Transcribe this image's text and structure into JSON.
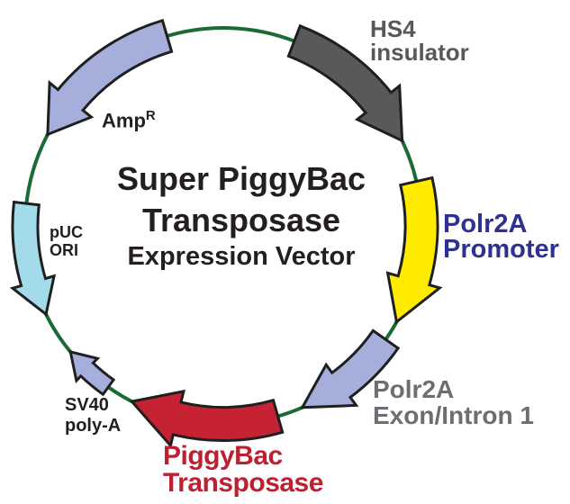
{
  "diagram": {
    "background": "#FFFFFF",
    "backbone_color": "#1A6B36",
    "outline_color": "#1F1F1F",
    "center_title": {
      "line1": "Super PiggyBac",
      "line2": "Transposase",
      "line3": "Expression Vector",
      "color": "#231F20"
    },
    "segments": [
      {
        "id": "hs4-insulator",
        "label": "HS4\ninsulator",
        "fill": "#58595B",
        "label_color": "#57585A",
        "start_deg": 21,
        "end_deg": 64.5,
        "body_half": 18,
        "head_half": 30,
        "head_deg": 13,
        "direction": "clockwise"
      },
      {
        "id": "polr2a-promoter",
        "label": "Polr2A\nPromoter",
        "fill": "#FFEB00",
        "label_color": "#2D3192",
        "start_deg": 77,
        "end_deg": 119,
        "body_half": 18,
        "head_half": 30,
        "head_deg": 13,
        "direction": "clockwise"
      },
      {
        "id": "polr2a-exon-intron-1",
        "label": "Polr2A\nExon/Intron 1",
        "fill": "#A6AFDC",
        "label_color": "#6D6E71",
        "start_deg": 125,
        "end_deg": 156.5,
        "body_half": 17,
        "head_half": 28,
        "head_deg": 13,
        "direction": "clockwise"
      },
      {
        "id": "piggybac-transposase",
        "label": "PiggyBac\nTransposase",
        "fill": "#C52233",
        "label_color": "#BE2033",
        "start_deg": 164,
        "end_deg": 207.5,
        "body_half": 18.5,
        "head_half": 31,
        "head_deg": 14,
        "direction": "clockwise"
      },
      {
        "id": "sv40-polya",
        "label": "SV40\npoly-A",
        "fill": "#A6AFDC",
        "label_color": "#231F20",
        "start_deg": 215.5,
        "end_deg": 230.5,
        "body_half": 10,
        "head_half": 17,
        "head_deg": 7,
        "direction": "clockwise"
      },
      {
        "id": "puc-ori",
        "label": "pUC\nORI",
        "fill": "#A4DBEB",
        "label_color": "#231F20",
        "start_deg": 276.5,
        "end_deg": 243.5,
        "body_half": 14,
        "head_half": 24,
        "head_deg": 10,
        "direction": "counterclockwise"
      },
      {
        "id": "amp-r",
        "label": "Amp",
        "label_sup": "R",
        "fill": "#A6AFDC",
        "label_color": "#231F20",
        "start_deg": 343.5,
        "end_deg": 297.5,
        "body_half": 18,
        "head_half": 30,
        "head_deg": 12,
        "direction": "counterclockwise"
      }
    ]
  }
}
